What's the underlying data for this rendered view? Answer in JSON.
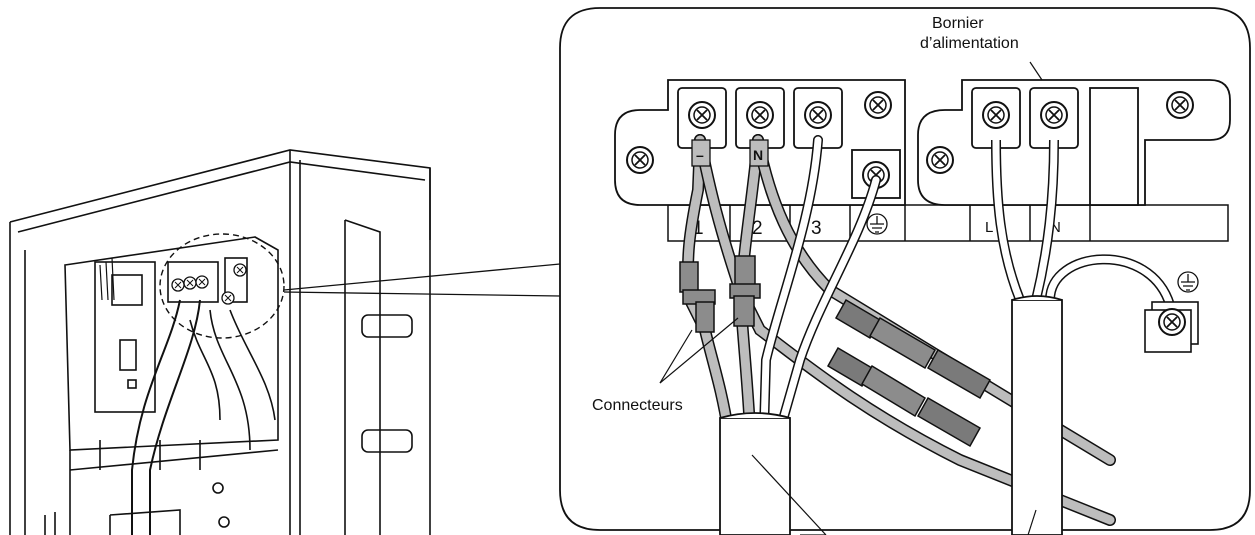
{
  "labels": {
    "terminal_block_line1": "Bornier",
    "terminal_block_line2": "d’alimentation",
    "connectors": "Connecteurs"
  },
  "terminals": {
    "t1": "1",
    "t2": "2",
    "t3": "3",
    "tL": "L",
    "tN": "N"
  },
  "wire_marks": {
    "minus": "–",
    "n": "N"
  }
}
